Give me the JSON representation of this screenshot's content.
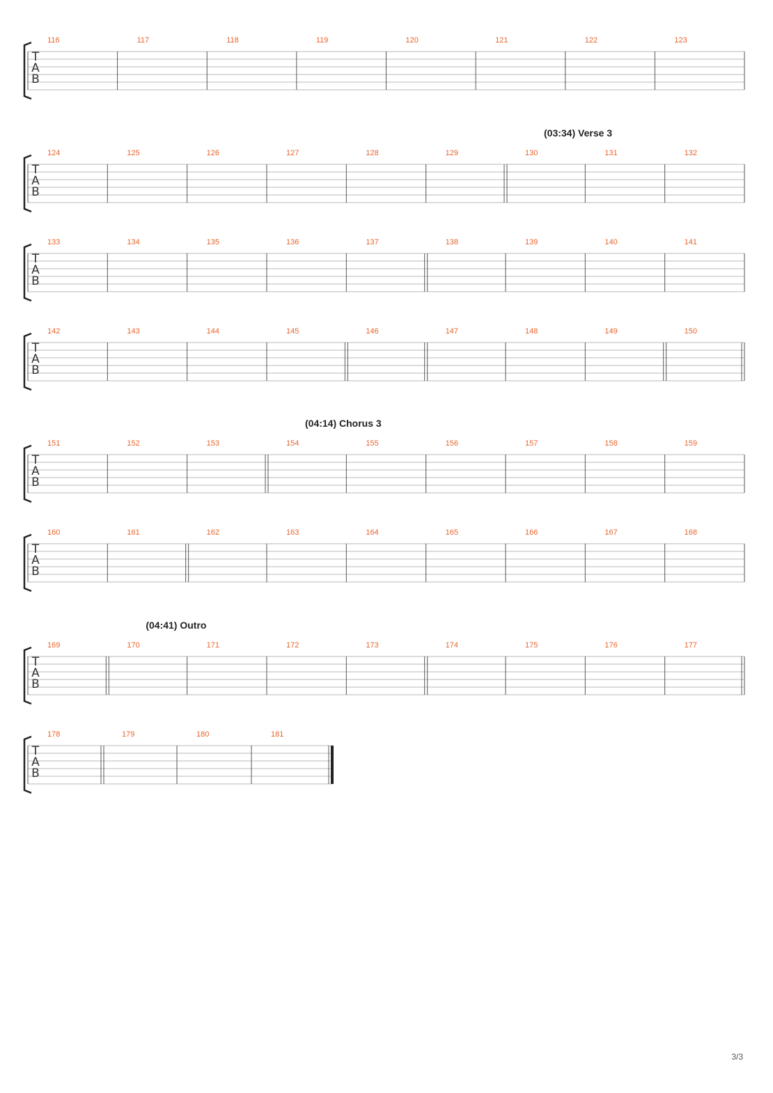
{
  "page": {
    "page_number": "3/3"
  },
  "colors": {
    "measure_number": "#e8632b",
    "staff_line": "#b8b8b8",
    "barline": "#555555",
    "section_label": "#222222"
  },
  "tab_clef_letters": [
    "T",
    "A",
    "B"
  ],
  "systems": [
    {
      "measures": [
        "116",
        "117",
        "118",
        "119",
        "120",
        "121",
        "122",
        "123"
      ],
      "double_bars_after": []
    },
    {
      "section": "(03:34) Verse 3",
      "section_at_measure": "130",
      "measures": [
        "124",
        "125",
        "126",
        "127",
        "128",
        "129",
        "130",
        "131",
        "132"
      ],
      "double_bars_after": [
        "129"
      ]
    },
    {
      "measures": [
        "133",
        "134",
        "135",
        "136",
        "137",
        "138",
        "139",
        "140",
        "141"
      ],
      "double_bars_after": [
        "137"
      ]
    },
    {
      "measures": [
        "142",
        "143",
        "144",
        "145",
        "146",
        "147",
        "148",
        "149",
        "150"
      ],
      "double_bars_after": [
        "145",
        "146",
        "149",
        "150"
      ]
    },
    {
      "section": "(04:14) Chorus 3",
      "section_at_measure": "154",
      "measures": [
        "151",
        "152",
        "153",
        "154",
        "155",
        "156",
        "157",
        "158",
        "159"
      ],
      "double_bars_after": [
        "153"
      ]
    },
    {
      "measures": [
        "160",
        "161",
        "162",
        "163",
        "164",
        "165",
        "166",
        "167",
        "168"
      ],
      "double_bars_after": [
        "161"
      ]
    },
    {
      "section": "(04:41) Outro",
      "section_at_measure": "170",
      "measures": [
        "169",
        "170",
        "171",
        "172",
        "173",
        "174",
        "175",
        "176",
        "177"
      ],
      "double_bars_after": [
        "169",
        "173",
        "177"
      ]
    },
    {
      "measures": [
        "178",
        "179",
        "180",
        "181"
      ],
      "double_bars_after": [
        "178"
      ],
      "final_bar_after": "181"
    }
  ]
}
